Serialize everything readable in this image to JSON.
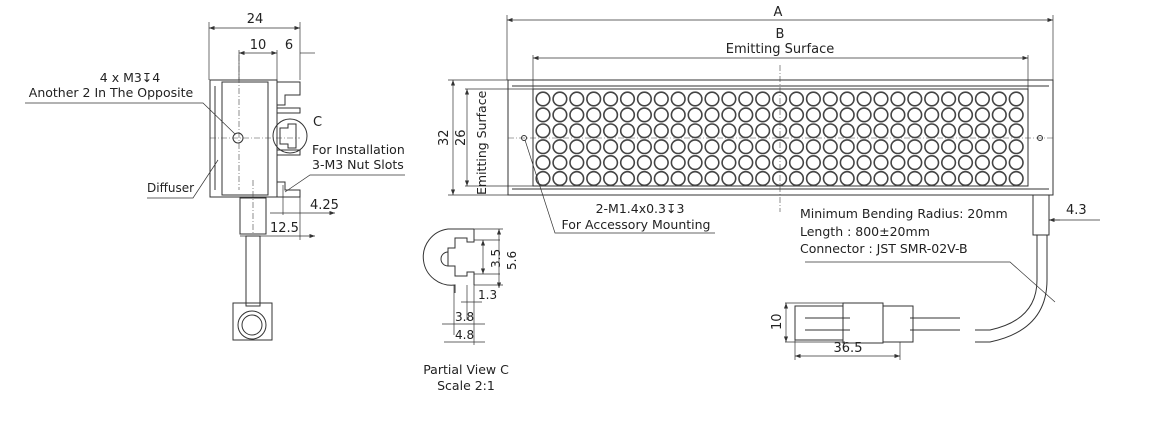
{
  "side_view": {
    "dim_24": "24",
    "dim_10": "10",
    "dim_6": "6",
    "screw_note_1": "4 x M3↧4",
    "screw_note_2": "Another 2 In The Opposite",
    "detail_label": "C",
    "install_note_1": "For Installation",
    "install_note_2": "3-M3 Nut Slots",
    "diffuser_label": "Diffuser",
    "dim_4_25": "4.25",
    "dim_12_5": "12.5"
  },
  "front_view": {
    "dim_A": "A",
    "dim_B": "B",
    "emitting_surface": "Emitting Surface",
    "dim_32": "32",
    "dim_26": "26",
    "emitting_surface_vertical": "Emitting Surface",
    "mount_note_1": "2-M1.4x0.3↧3",
    "mount_note_2": "For Accessory Mounting",
    "dim_4_3": "4.3",
    "cable_note_1": "Minimum Bending Radius: 20mm",
    "cable_note_2": "Length : 800±20mm",
    "cable_note_3": "Connector : JST SMR-02V-B",
    "dim_10": "10",
    "dim_36_5": "36.5",
    "led_rows": 6,
    "led_columns": 29
  },
  "partial_view": {
    "dim_3_5": "3.5",
    "dim_5_6": "5.6",
    "dim_1_3": "1.3",
    "dim_3_8": "3.8",
    "dim_4_8": "4.8",
    "title": "Partial View C",
    "scale": "Scale 2:1"
  }
}
